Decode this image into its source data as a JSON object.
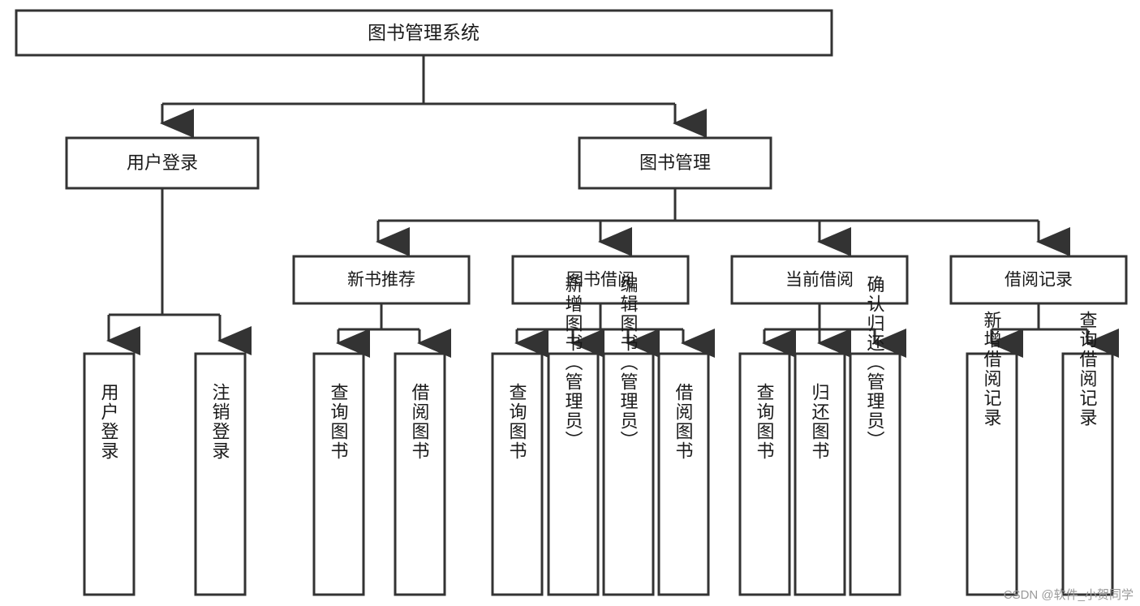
{
  "diagram": {
    "type": "tree-hierarchy-chart",
    "title": "图书管理系统",
    "root": {
      "id": "root",
      "label": "图书管理系统"
    },
    "level1": [
      {
        "id": "user-login",
        "label": "用户登录"
      },
      {
        "id": "book-management",
        "label": "图书管理"
      }
    ],
    "level2": [
      {
        "id": "new-book-recommend",
        "label": "新书推荐",
        "parent": "book-management"
      },
      {
        "id": "book-borrow",
        "label": "图书借阅",
        "parent": "book-management"
      },
      {
        "id": "current-borrow",
        "label": "当前借阅",
        "parent": "book-management"
      },
      {
        "id": "borrow-record",
        "label": "借阅记录",
        "parent": "book-management"
      }
    ],
    "leaves": {
      "user-login": [
        {
          "id": "leaf-user-login",
          "label": "用户登录"
        },
        {
          "id": "leaf-logout-login",
          "label": "注销登录"
        }
      ],
      "new-book-recommend": [
        {
          "id": "leaf-query-book-1",
          "label": "查询图书"
        },
        {
          "id": "leaf-borrow-book-1",
          "label": "借阅图书"
        }
      ],
      "book-borrow": [
        {
          "id": "leaf-query-book-2",
          "label": "查询图书"
        },
        {
          "id": "leaf-add-book",
          "label": "新增图书（管理员）"
        },
        {
          "id": "leaf-edit-book",
          "label": "编辑图书（管理员）"
        },
        {
          "id": "leaf-borrow-book-2",
          "label": "借阅图书"
        }
      ],
      "current-borrow": [
        {
          "id": "leaf-query-book-3",
          "label": "查询图书"
        },
        {
          "id": "leaf-return-book",
          "label": "归还图书"
        },
        {
          "id": "leaf-confirm-return",
          "label": "确认归还（管理员）"
        }
      ],
      "borrow-record": [
        {
          "id": "leaf-add-record",
          "label": "新增借阅记录"
        },
        {
          "id": "leaf-query-record",
          "label": "查询借阅记录"
        }
      ]
    },
    "colors": {
      "box_fill": "#ffffff",
      "box_stroke": "#333333",
      "text": "#1a1a1a",
      "watermark": "#9a9a9a",
      "background": "#ffffff"
    }
  },
  "watermark": {
    "text": "CSDN @软件_小贺同学"
  }
}
